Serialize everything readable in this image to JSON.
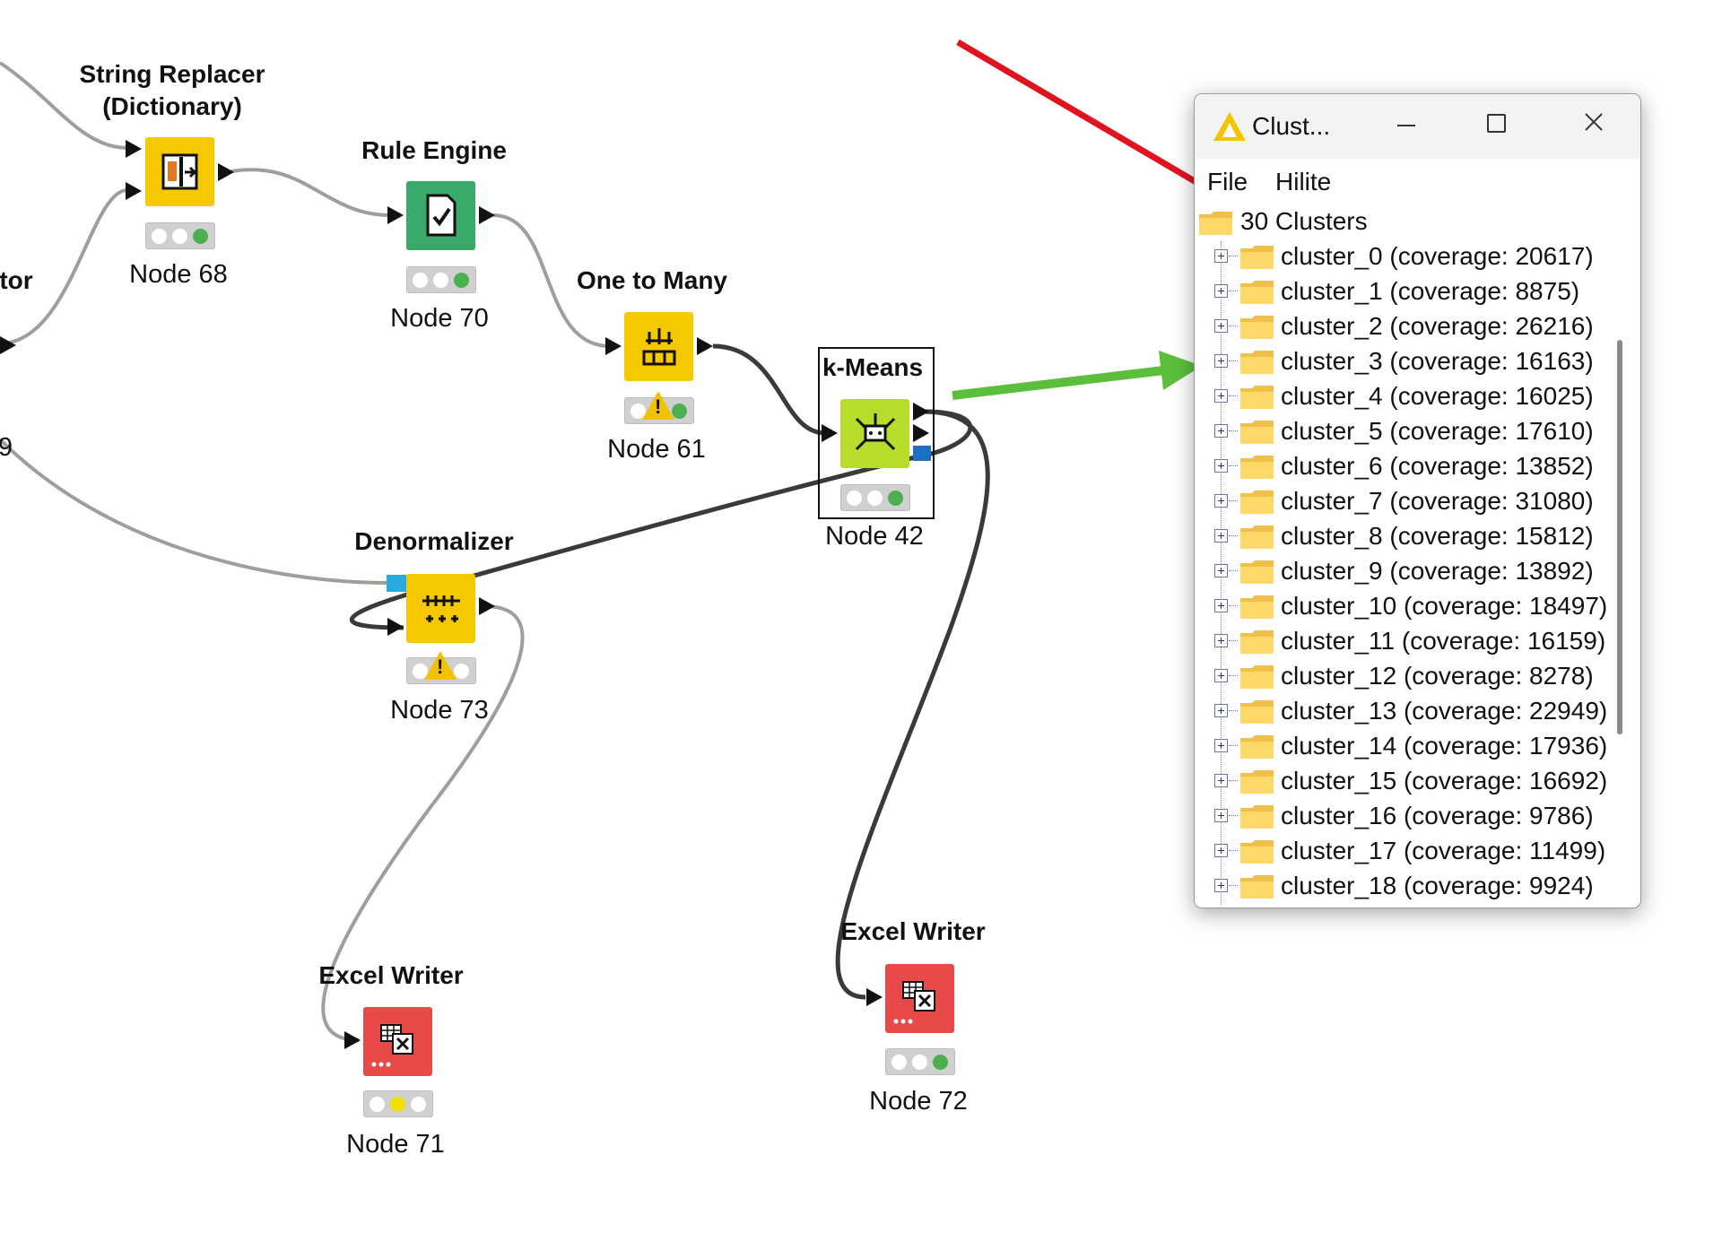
{
  "nodes": {
    "string_replacer": {
      "title_line1": "String Replacer",
      "title_line2": "(Dictionary)",
      "label": "Node 68"
    },
    "rule_engine": {
      "title": "Rule Engine",
      "label": "Node 70"
    },
    "one_to_many": {
      "title": "One to Many",
      "label": "Node 61"
    },
    "kmeans": {
      "title": "k-Means",
      "label": "Node 42"
    },
    "denormalizer": {
      "title": "Denormalizer",
      "label": "Node 73"
    },
    "excel_writer_71": {
      "title": "Excel Writer",
      "label": "Node 71"
    },
    "excel_writer_72": {
      "title": "Excel Writer",
      "label": "Node 72"
    },
    "partial_left_1": {
      "title_fragment": "tor"
    },
    "partial_left_2": {
      "label_fragment": "9"
    }
  },
  "colors": {
    "manipulator_yellow": "#f5c800",
    "rule_green": "#3aaa6a",
    "learner_green": "#b7dd2c",
    "writer_red": "#e84a4a",
    "status_green": "#4caf50",
    "status_yellow": "#f0e000",
    "arrow_red": "#e0141e",
    "arrow_green": "#5cbf3c",
    "highlight_red": "#d81e1e"
  },
  "dialog": {
    "title": "Clust...",
    "menu": {
      "file": "File",
      "hilite": "Hilite"
    },
    "root": "30 Clusters",
    "clusters": [
      {
        "name": "cluster_0",
        "coverage": "(coverage: 20617)"
      },
      {
        "name": "cluster_1",
        "coverage": "(coverage: 8875)"
      },
      {
        "name": "cluster_2",
        "coverage": "(coverage: 26216)"
      },
      {
        "name": "cluster_3",
        "coverage": "(coverage: 16163)"
      },
      {
        "name": "cluster_4",
        "coverage": "(coverage: 16025)"
      },
      {
        "name": "cluster_5",
        "coverage": "(coverage: 17610)"
      },
      {
        "name": "cluster_6",
        "coverage": "(coverage: 13852)"
      },
      {
        "name": "cluster_7",
        "coverage": "(coverage: 31080)"
      },
      {
        "name": "cluster_8",
        "coverage": "(coverage: 15812)"
      },
      {
        "name": "cluster_9",
        "coverage": "(coverage: 13892)"
      },
      {
        "name": "cluster_10",
        "coverage": "(coverage: 18497)"
      },
      {
        "name": "cluster_11",
        "coverage": "(coverage: 16159)"
      },
      {
        "name": "cluster_12",
        "coverage": "(coverage: 8278)"
      },
      {
        "name": "cluster_13",
        "coverage": "(coverage: 22949)"
      },
      {
        "name": "cluster_14",
        "coverage": "(coverage: 17936)"
      },
      {
        "name": "cluster_15",
        "coverage": "(coverage: 16692)"
      },
      {
        "name": "cluster_16",
        "coverage": "(coverage: 9786)"
      },
      {
        "name": "cluster_17",
        "coverage": "(coverage: 11499)"
      },
      {
        "name": "cluster_18",
        "coverage": "(coverage: 9924)"
      }
    ]
  },
  "icons": {
    "app": "knime-triangle-icon",
    "minimize": "minimize-icon",
    "maximize": "maximize-icon",
    "close": "close-icon",
    "folder": "folder-icon",
    "expand": "plus-box-icon",
    "warning": "warning-icon"
  }
}
